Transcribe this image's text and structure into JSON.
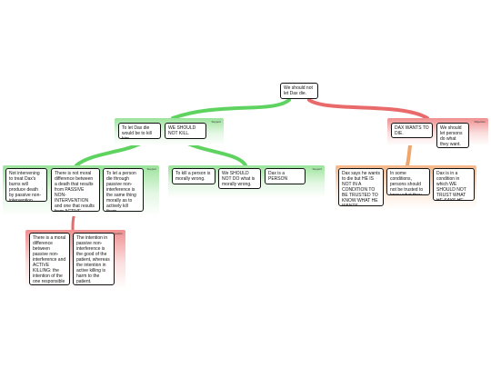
{
  "root": {
    "text": "We should not let Dax die."
  },
  "branches": {
    "left": {
      "nodes": [
        {
          "id": "n1",
          "text": "To let Dax die would be to kill him."
        },
        {
          "id": "n2",
          "text": "WE SHOULD NOT KILL."
        }
      ],
      "tag": "Support"
    },
    "right": {
      "nodes": [
        {
          "id": "n3",
          "text": "DAX WANTS TO DIE."
        },
        {
          "id": "n4",
          "text": "We should let persons do what they want."
        }
      ],
      "tag": "Objection"
    }
  },
  "level2_left_a": {
    "tag": "Support",
    "nodes": [
      {
        "id": "a1",
        "text": "Not intervening to treat Dax's burns will produce death by passive non-intervention."
      },
      {
        "id": "a2",
        "text": "There is not moral difference between a death that results from PASSIVE NON-INTERVENTION and one that results from ACTIVE KILLING."
      },
      {
        "id": "a3",
        "text": "To let a person die through passive non-interference is the same thing morally as to actively kill them."
      }
    ]
  },
  "level2_left_b": {
    "tag": "Support",
    "nodes": [
      {
        "id": "b1",
        "text": "To kill a person is morally wrong."
      },
      {
        "id": "b2",
        "text": "We SHOULD NOT DO what is morally wrong."
      },
      {
        "id": "b3",
        "text": "Dax is a PERSON"
      }
    ]
  },
  "level3_left": {
    "tag": "Objection",
    "nodes": [
      {
        "id": "c1",
        "text": "There is a moral difference between passive non-interference and ACTIVE KILLING: the intention of the one responsible for the death."
      },
      {
        "id": "c2",
        "text": "The intention in passive non-interference is the good of the patient, whereas the intention in active killing is harm to the patient."
      }
    ]
  },
  "level2_right": {
    "tag": "Rebuttal",
    "nodes": [
      {
        "id": "d1",
        "text": "Dax says he wants to die but HE IS NOT IN A CONDITION TO BE TRUSTED TO KNOW WHAT HE WANTS."
      },
      {
        "id": "d2",
        "text": "In some conditions, persons should not be trusted to know what they want."
      },
      {
        "id": "d3",
        "text": "Dax is in a condition in which WE SHOULD NOT TRUST WHAT HE SAYS HE WANTS."
      }
    ]
  },
  "colors": {
    "support_link": "#5fd35f",
    "objection_link": "#e86a6a",
    "rebuttal_link": "#f0a56a"
  }
}
